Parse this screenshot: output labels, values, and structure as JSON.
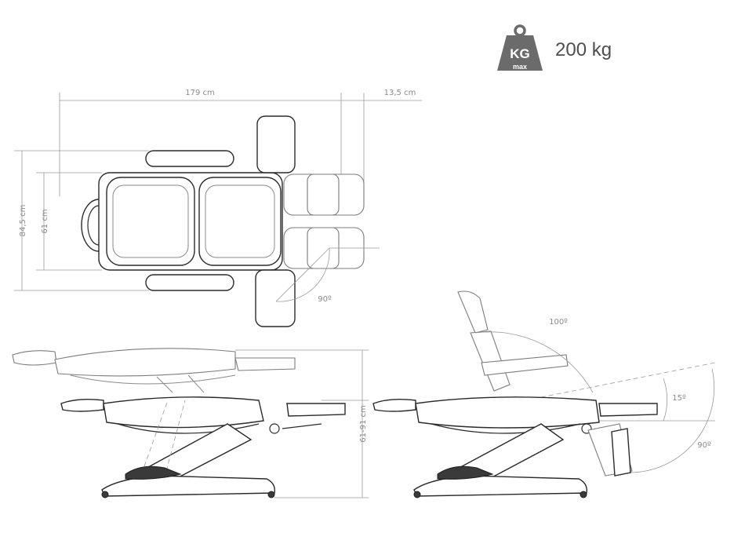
{
  "load_badge": {
    "icon": "weight-icon",
    "weight_unit": "KG",
    "weight_sub": "max",
    "max_load": "200 kg",
    "badge_color": "#6b6b6b"
  },
  "top_view": {
    "length_label": "179 cm",
    "extension_label": "13,5 cm",
    "outer_width_label": "84,5 cm",
    "inner_width_label": "61 cm",
    "leg_angle_label": "90º"
  },
  "side_view": {
    "height_label": "61-91 cm"
  },
  "tilt_view": {
    "backrest_angle_label": "100º",
    "tilt_angle_label": "15º",
    "leg_angle_label": "90º"
  },
  "colors": {
    "ink": "#2b2b2b",
    "dimension": "#8a8a8a"
  }
}
